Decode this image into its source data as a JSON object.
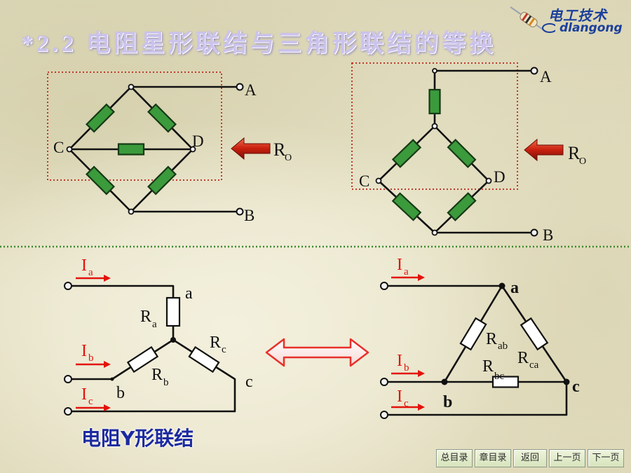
{
  "logo": {
    "name_cn": "电工技术",
    "name_pinyin": "dlangong"
  },
  "title": "*2.2 电阻星形联结与三角形联结的等换",
  "bridge_left": {
    "terminal_a": "A",
    "terminal_b": "B",
    "node_c": "C",
    "node_d": "D",
    "equivalent_main": "R",
    "equivalent_sub": "O"
  },
  "bridge_right": {
    "terminal_a": "A",
    "terminal_b": "B",
    "node_c": "C",
    "node_d": "D",
    "equivalent_main": "R",
    "equivalent_sub": "O"
  },
  "star": {
    "caption": "电阻Y形联结",
    "currents": [
      {
        "main": "I",
        "sub": "a"
      },
      {
        "main": "I",
        "sub": "b"
      },
      {
        "main": "I",
        "sub": "c"
      }
    ],
    "nodes": {
      "a": "a",
      "b": "b",
      "c": "c"
    },
    "resistors": [
      {
        "main": "R",
        "sub": "a"
      },
      {
        "main": "R",
        "sub": "b"
      },
      {
        "main": "R",
        "sub": "c"
      }
    ]
  },
  "delta": {
    "currents": [
      {
        "main": "I",
        "sub": "a"
      },
      {
        "main": "I",
        "sub": "b"
      },
      {
        "main": "I",
        "sub": "c"
      }
    ],
    "nodes": {
      "a": "a",
      "b": "b",
      "c": "c"
    },
    "resistors": [
      {
        "main": "R",
        "sub": "ab"
      },
      {
        "main": "R",
        "sub": "bc"
      },
      {
        "main": "R",
        "sub": "ca"
      }
    ]
  },
  "colors": {
    "resistor_green": "#3b9a3b",
    "current_red": "#e3120b",
    "boundary_red": "#c0392b",
    "divider_green": "#3a8a2a",
    "title_lavender": "#cbc3ec",
    "caption_blue": "#1c2aa0",
    "logo_blue": "#1b3f9c"
  },
  "icons": [
    "resistor-logo-icon",
    "left-arrow-icon",
    "double-arrow-icon"
  ],
  "nav": [
    {
      "label": "总目录"
    },
    {
      "label": "章目录"
    },
    {
      "label": "返回"
    },
    {
      "label": "上一页"
    },
    {
      "label": "下一页"
    }
  ]
}
